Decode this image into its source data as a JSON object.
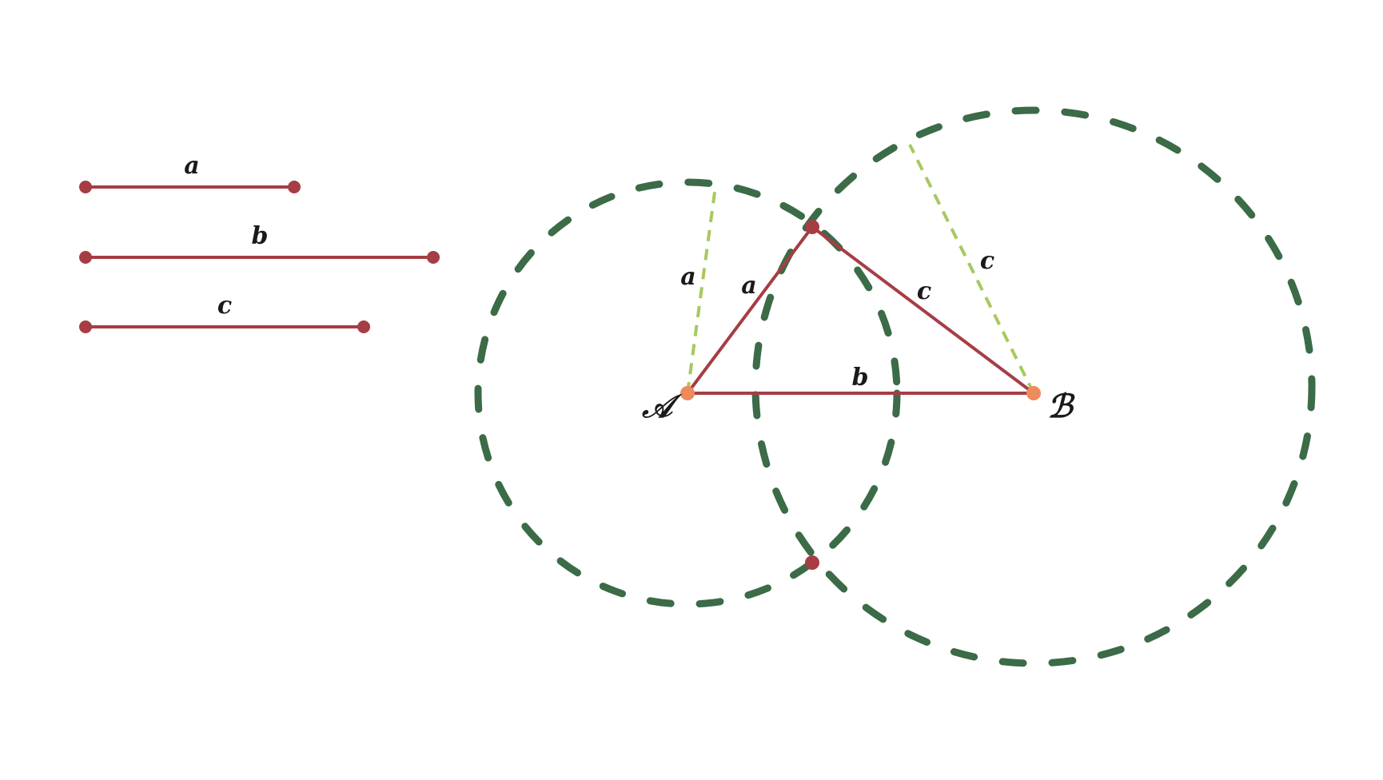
{
  "colors": {
    "segment": "#a63d44",
    "circle": "#3b6b47",
    "radius_guide": "#a7c95d",
    "base_point": "#ef8a5c",
    "vertex": "#a63d44",
    "text": "#1a1a1a",
    "background": "#ffffff"
  },
  "legend_segments": [
    {
      "label": "a"
    },
    {
      "label": "b"
    },
    {
      "label": "c"
    }
  ],
  "figure": {
    "point_a_label": "𝒜",
    "point_b_label": "ℬ",
    "radius_a_label": "a",
    "radius_c_label": "c",
    "side_a_label": "a",
    "side_b_label": "b",
    "side_c_label": "c"
  }
}
